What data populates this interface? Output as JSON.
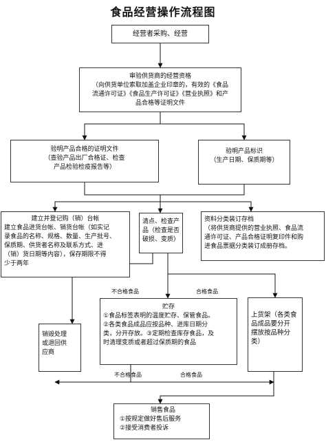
{
  "title": "食品经营操作流程图",
  "nodes": {
    "procure": {
      "text": "经营者采购、经营"
    },
    "audit": {
      "lines": [
        "审验供货商的经营资格",
        "（向供货单位索取加盖企业印章的，有效的《食品",
        "流通许可证》《食品生产许可证》《营业执照》和产",
        "品合格等证明文件"
      ]
    },
    "verify_cert": {
      "lines": [
        "验明产品合格的证明文件",
        "（查验产品出厂合格证、检查",
        "产品检验检疫报告等）"
      ]
    },
    "verify_label": {
      "lines": [
        "验明产品标识",
        "（生产日期、保质期等）"
      ]
    },
    "ledger": {
      "lines": [
        "建立并登记购（销）台帐",
        "建立食品进货台帐、销货台帐（如实记",
        "录食品的名称、规格、数量、生产批号、",
        "保质期、供货者名称及联系方式、进",
        "（销）货日期等内容），保存期限不得",
        "少于两年"
      ]
    },
    "inspect": {
      "lines": [
        "清点、检查产",
        "品（检查是否",
        "破损、变质）"
      ]
    },
    "archive": {
      "lines": [
        "资料分类装订存档",
        "（将供货商提供的营业执照、食品流",
        "通许可证、产品合格证明复印件和购",
        "进食品票据分类装订成册存档。"
      ]
    },
    "storage": {
      "lines": [
        "贮存",
        "①食品标签表明的温度贮存、保管食品。",
        "②各类食品成品应按品种、进库日期分",
        "类，分开存放。③定期检查库存食品，及",
        "时清理变质或者超过保质期的食品"
      ]
    },
    "dispose": {
      "lines": [
        "销毁处理",
        "或退回供",
        "应商"
      ]
    },
    "shelf": {
      "lines": [
        "上货架（各类食",
        "品成品要分开",
        "摆放按品种分",
        "类）"
      ]
    },
    "sales": {
      "lines": [
        "销售食品",
        "①按规定做好售后服务",
        "②接受消费者投诉"
      ]
    }
  },
  "edge_labels": {
    "unqualified_top": "不合格食品",
    "qualified_top": "合格食品",
    "unqualified_bottom": "不合格食品",
    "qualified_bottom": "合格食品"
  }
}
